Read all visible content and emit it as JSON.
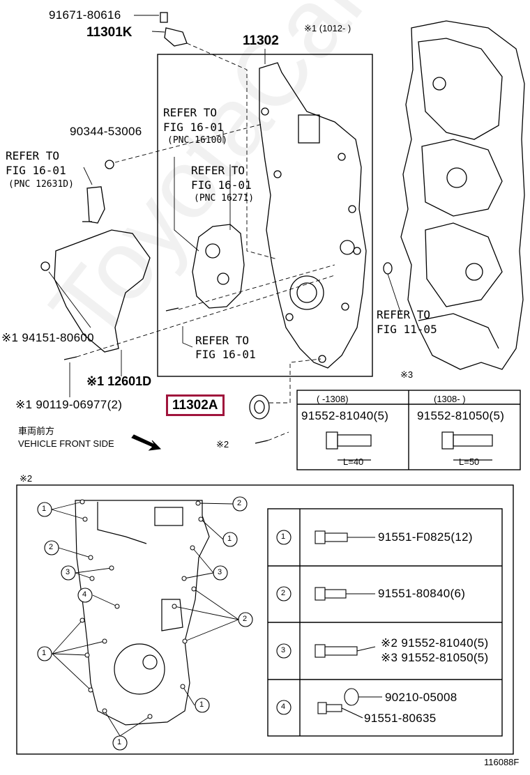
{
  "diagram": {
    "top_labels": {
      "sensor_bolt": "91671-80616",
      "sensor": "11301K",
      "cover": "11302",
      "note_1": "※1 (1012-   )",
      "washer": "90344-53006",
      "refer_1": {
        "line1": "REFER TO",
        "line2": "FIG 16-01",
        "line3": "(PNC 16100)"
      },
      "refer_2": {
        "line1": "REFER TO",
        "line2": "FIG 16-01",
        "line3": "(PNC 12631D)"
      },
      "refer_3": {
        "line1": "REFER TO",
        "line2": "FIG 16-01",
        "line3": "(PNC 16271)"
      },
      "refer_4": {
        "line1": "REFER TO",
        "line2": "FIG 16-01"
      },
      "refer_5": {
        "line1": "REFER TO",
        "line2": "FIG 11-05"
      },
      "bolt_94151": "※1 94151-80600",
      "bracket": "※1 12601D",
      "bolt_90119": "※1 90119-06977(2)",
      "seal": "11302A",
      "note_2_bolt": "※2",
      "note_3": "※3",
      "vehicle_front_jp": "車両前方",
      "vehicle_front_en": "VEHICLE FRONT SIDE"
    },
    "bolt_table": {
      "col1_header": "(      -1308)",
      "col2_header": "(1308-      )",
      "col1_part": "91552-81040(5)",
      "col2_part": "91552-81050(5)",
      "col1_len": "L=40",
      "col2_len": "L=50"
    },
    "lower_section": {
      "note": "※2",
      "callouts": [
        "1",
        "2",
        "3",
        "4"
      ],
      "legend": [
        {
          "num": "1",
          "parts": [
            "91551-F0825(12)"
          ]
        },
        {
          "num": "2",
          "parts": [
            "91551-80840(6)"
          ]
        },
        {
          "num": "3",
          "parts": [
            "※2 91552-81040(5)",
            "※3 91552-81050(5)"
          ]
        },
        {
          "num": "4",
          "parts": [
            "90210-05008",
            "91551-80635"
          ]
        }
      ]
    },
    "figure_id": "116088F",
    "watermark": "ToyotaCarParts"
  }
}
